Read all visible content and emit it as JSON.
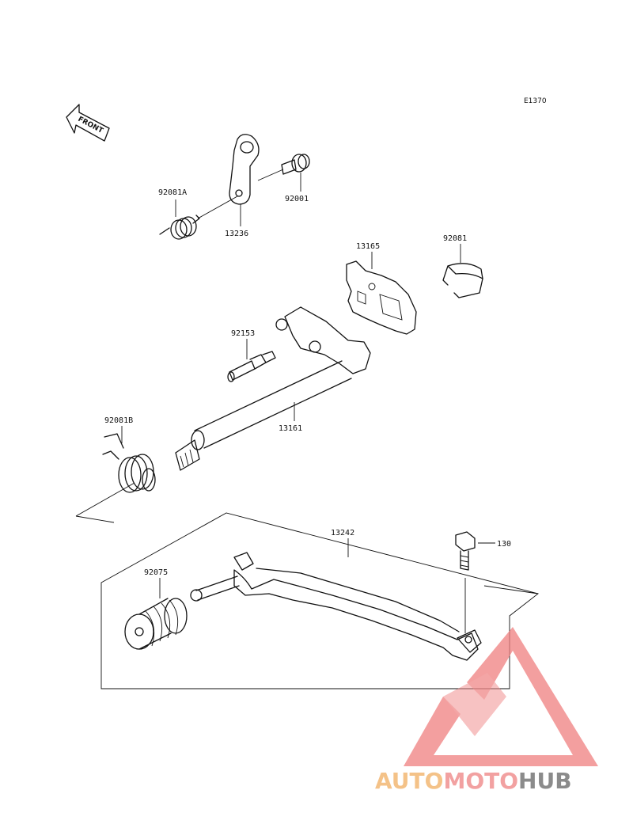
{
  "diagram_code": "E1370",
  "front_arrow_label": "FRONT",
  "parts": [
    {
      "id": "p-92081a",
      "label": "92081A"
    },
    {
      "id": "p-13236",
      "label": "13236"
    },
    {
      "id": "p-92001",
      "label": "92001"
    },
    {
      "id": "p-13165",
      "label": "13165"
    },
    {
      "id": "p-92081",
      "label": "92081"
    },
    {
      "id": "p-92153",
      "label": "92153"
    },
    {
      "id": "p-13161",
      "label": "13161"
    },
    {
      "id": "p-92081b",
      "label": "92081B"
    },
    {
      "id": "p-13242",
      "label": "13242"
    },
    {
      "id": "p-130",
      "label": "130"
    },
    {
      "id": "p-92075",
      "label": "92075"
    }
  ],
  "watermark": {
    "part1": "AUTO",
    "part2": "MOTO",
    "part3": "HUB",
    "colors": {
      "auto": "#f2b36b",
      "moto": "#f08a8a",
      "hub": "#6f6f6f",
      "triangle": "#f07f7f"
    }
  }
}
